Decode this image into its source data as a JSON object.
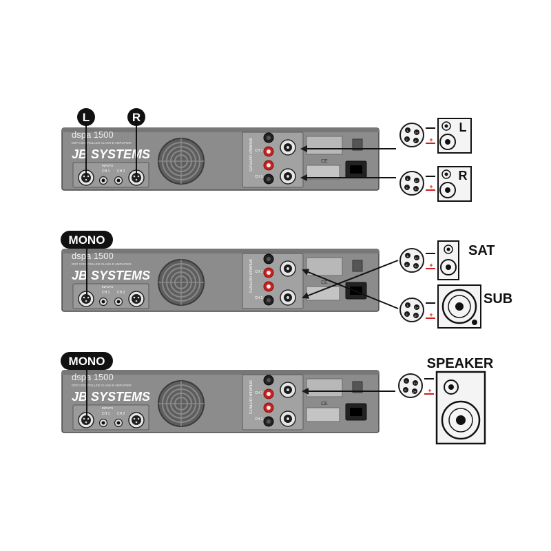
{
  "amplifier": {
    "model": "dspa 1500",
    "subtitle": "DSP CONTROLLED CLASS-D AMPLIFIER",
    "brand": "JB SYSTEMS",
    "inputs_label": "INPUTS",
    "ch1_label": "CH 1",
    "ch2_label": "CH 2",
    "speaker_outputs_label": "SPEAKER OUTPUTS",
    "ce_label": "CE"
  },
  "setups": [
    {
      "id": "stereo",
      "input_badges": [
        "L",
        "R"
      ],
      "speakers": [
        "L",
        "R"
      ]
    },
    {
      "id": "mono-sat-sub",
      "input_badges": [
        "MONO"
      ],
      "speakers": [
        "SAT",
        "SUB"
      ]
    },
    {
      "id": "mono-bridge",
      "input_badges": [
        "MONO"
      ],
      "speakers": [
        "SPEAKER"
      ]
    }
  ],
  "speakon_pins": [
    "1-",
    "1+",
    "2-",
    "2+"
  ],
  "polarity": {
    "plus": "+",
    "minus": "–"
  },
  "colors": {
    "panel": "#8c8c8c",
    "panel_dark": "#6e6e6e",
    "section": "#a6a6a6",
    "cable": "#c8211f",
    "outline": "#1a1a1a"
  }
}
